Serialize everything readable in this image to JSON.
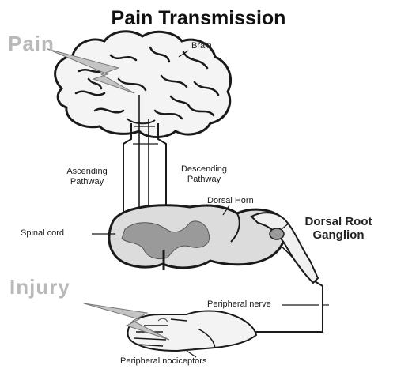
{
  "title": "Pain Transmission",
  "side_labels": {
    "pain": "Pain",
    "injury": "Injury"
  },
  "labels": {
    "brain": "Brain",
    "ascending_line1": "Ascending",
    "ascending_line2": "Pathway",
    "descending_line1": "Descending",
    "descending_line2": "Pathway",
    "dorsal_horn": "Dorsal Horn",
    "dorsal_root_line1": "Dorsal Root",
    "dorsal_root_line2": "Ganglion",
    "spinal_cord": "Spinal cord",
    "peripheral_nerve": "Peripheral nerve",
    "peripheral_nociceptors": "Peripheral nociceptors"
  },
  "colors": {
    "ink": "#1a1a1a",
    "grey_matter": "#9a9a9a",
    "cord_fill": "#dcdcdc",
    "grey_text": "#b9b9b9"
  }
}
